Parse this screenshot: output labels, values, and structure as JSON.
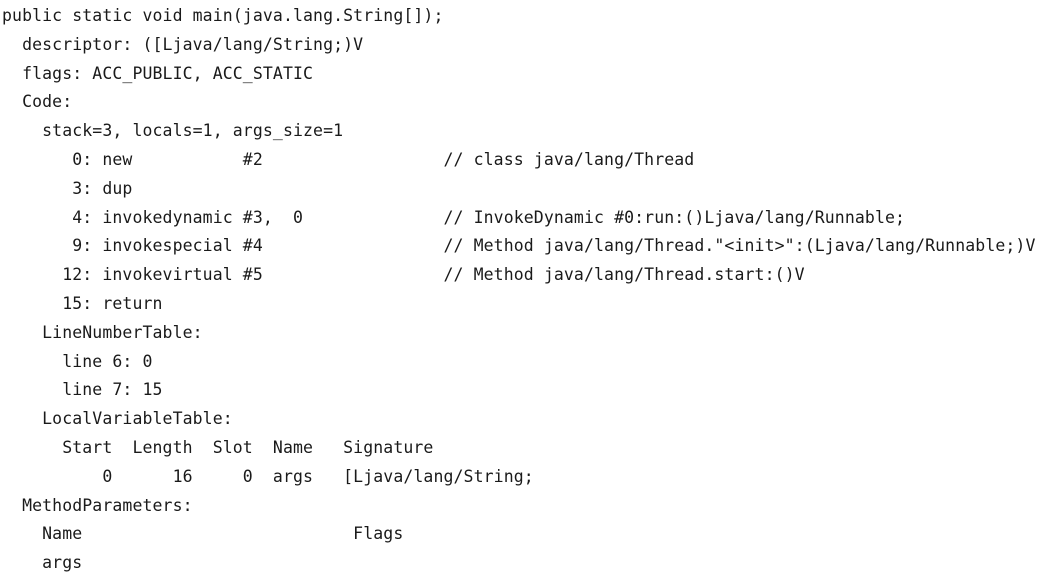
{
  "lines": [
    "public static void main(java.lang.String[]);",
    "  descriptor: ([Ljava/lang/String;)V",
    "  flags: ACC_PUBLIC, ACC_STATIC",
    "  Code:",
    "    stack=3, locals=1, args_size=1",
    "       0: new           #2                  // class java/lang/Thread",
    "       3: dup",
    "       4: invokedynamic #3,  0              // InvokeDynamic #0:run:()Ljava/lang/Runnable;",
    "       9: invokespecial #4                  // Method java/lang/Thread.\"<init>\":(Ljava/lang/Runnable;)V",
    "      12: invokevirtual #5                  // Method java/lang/Thread.start:()V",
    "      15: return",
    "    LineNumberTable:",
    "      line 6: 0",
    "      line 7: 15",
    "    LocalVariableTable:",
    "      Start  Length  Slot  Name   Signature",
    "          0      16     0  args   [Ljava/lang/String;",
    "  MethodParameters:",
    "    Name                           Flags",
    "    args"
  ]
}
